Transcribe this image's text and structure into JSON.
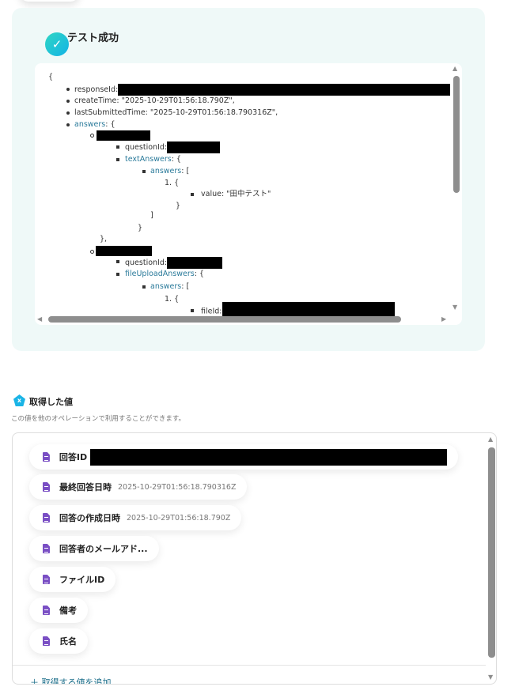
{
  "test_result": {
    "title": "テスト成功",
    "icon": "check-icon"
  },
  "json_view": {
    "open_brace": "{",
    "responseId_key": "responseId:",
    "createTime": "createTime: \"2025-10-29T01:56:18.790Z\",",
    "lastSubmittedTime": "lastSubmittedTime: \"2025-10-29T01:56:18.790316Z\",",
    "answers_key": "answers",
    "brace_open": ": {",
    "questionId": "questionId:",
    "textAnswers": "textAnswers",
    "answers_inner": "answers",
    "bracket_open": ": [",
    "item1": "1. {",
    "value": "value: \"田中テスト\"",
    "close_brace": "}",
    "close_bracket": "]",
    "close_brace_comma": "},",
    "fileUploadAnswers": "fileUploadAnswers",
    "fileId": "fileId:"
  },
  "values_section": {
    "title": "取得した値",
    "subtitle": "この値を他のオペレーションで利用することができます。",
    "items": [
      {
        "label": "回答ID",
        "value": ""
      },
      {
        "label": "最終回答日時",
        "value": "2025-10-29T01:56:18.790316Z"
      },
      {
        "label": "回答の作成日時",
        "value": "2025-10-29T01:56:18.790Z"
      },
      {
        "label": "回答者のメールアド...",
        "value": ""
      },
      {
        "label": "ファイルID",
        "value": ""
      },
      {
        "label": "備考",
        "value": ""
      },
      {
        "label": "氏名",
        "value": ""
      }
    ],
    "add_label": "取得する値を追加"
  }
}
